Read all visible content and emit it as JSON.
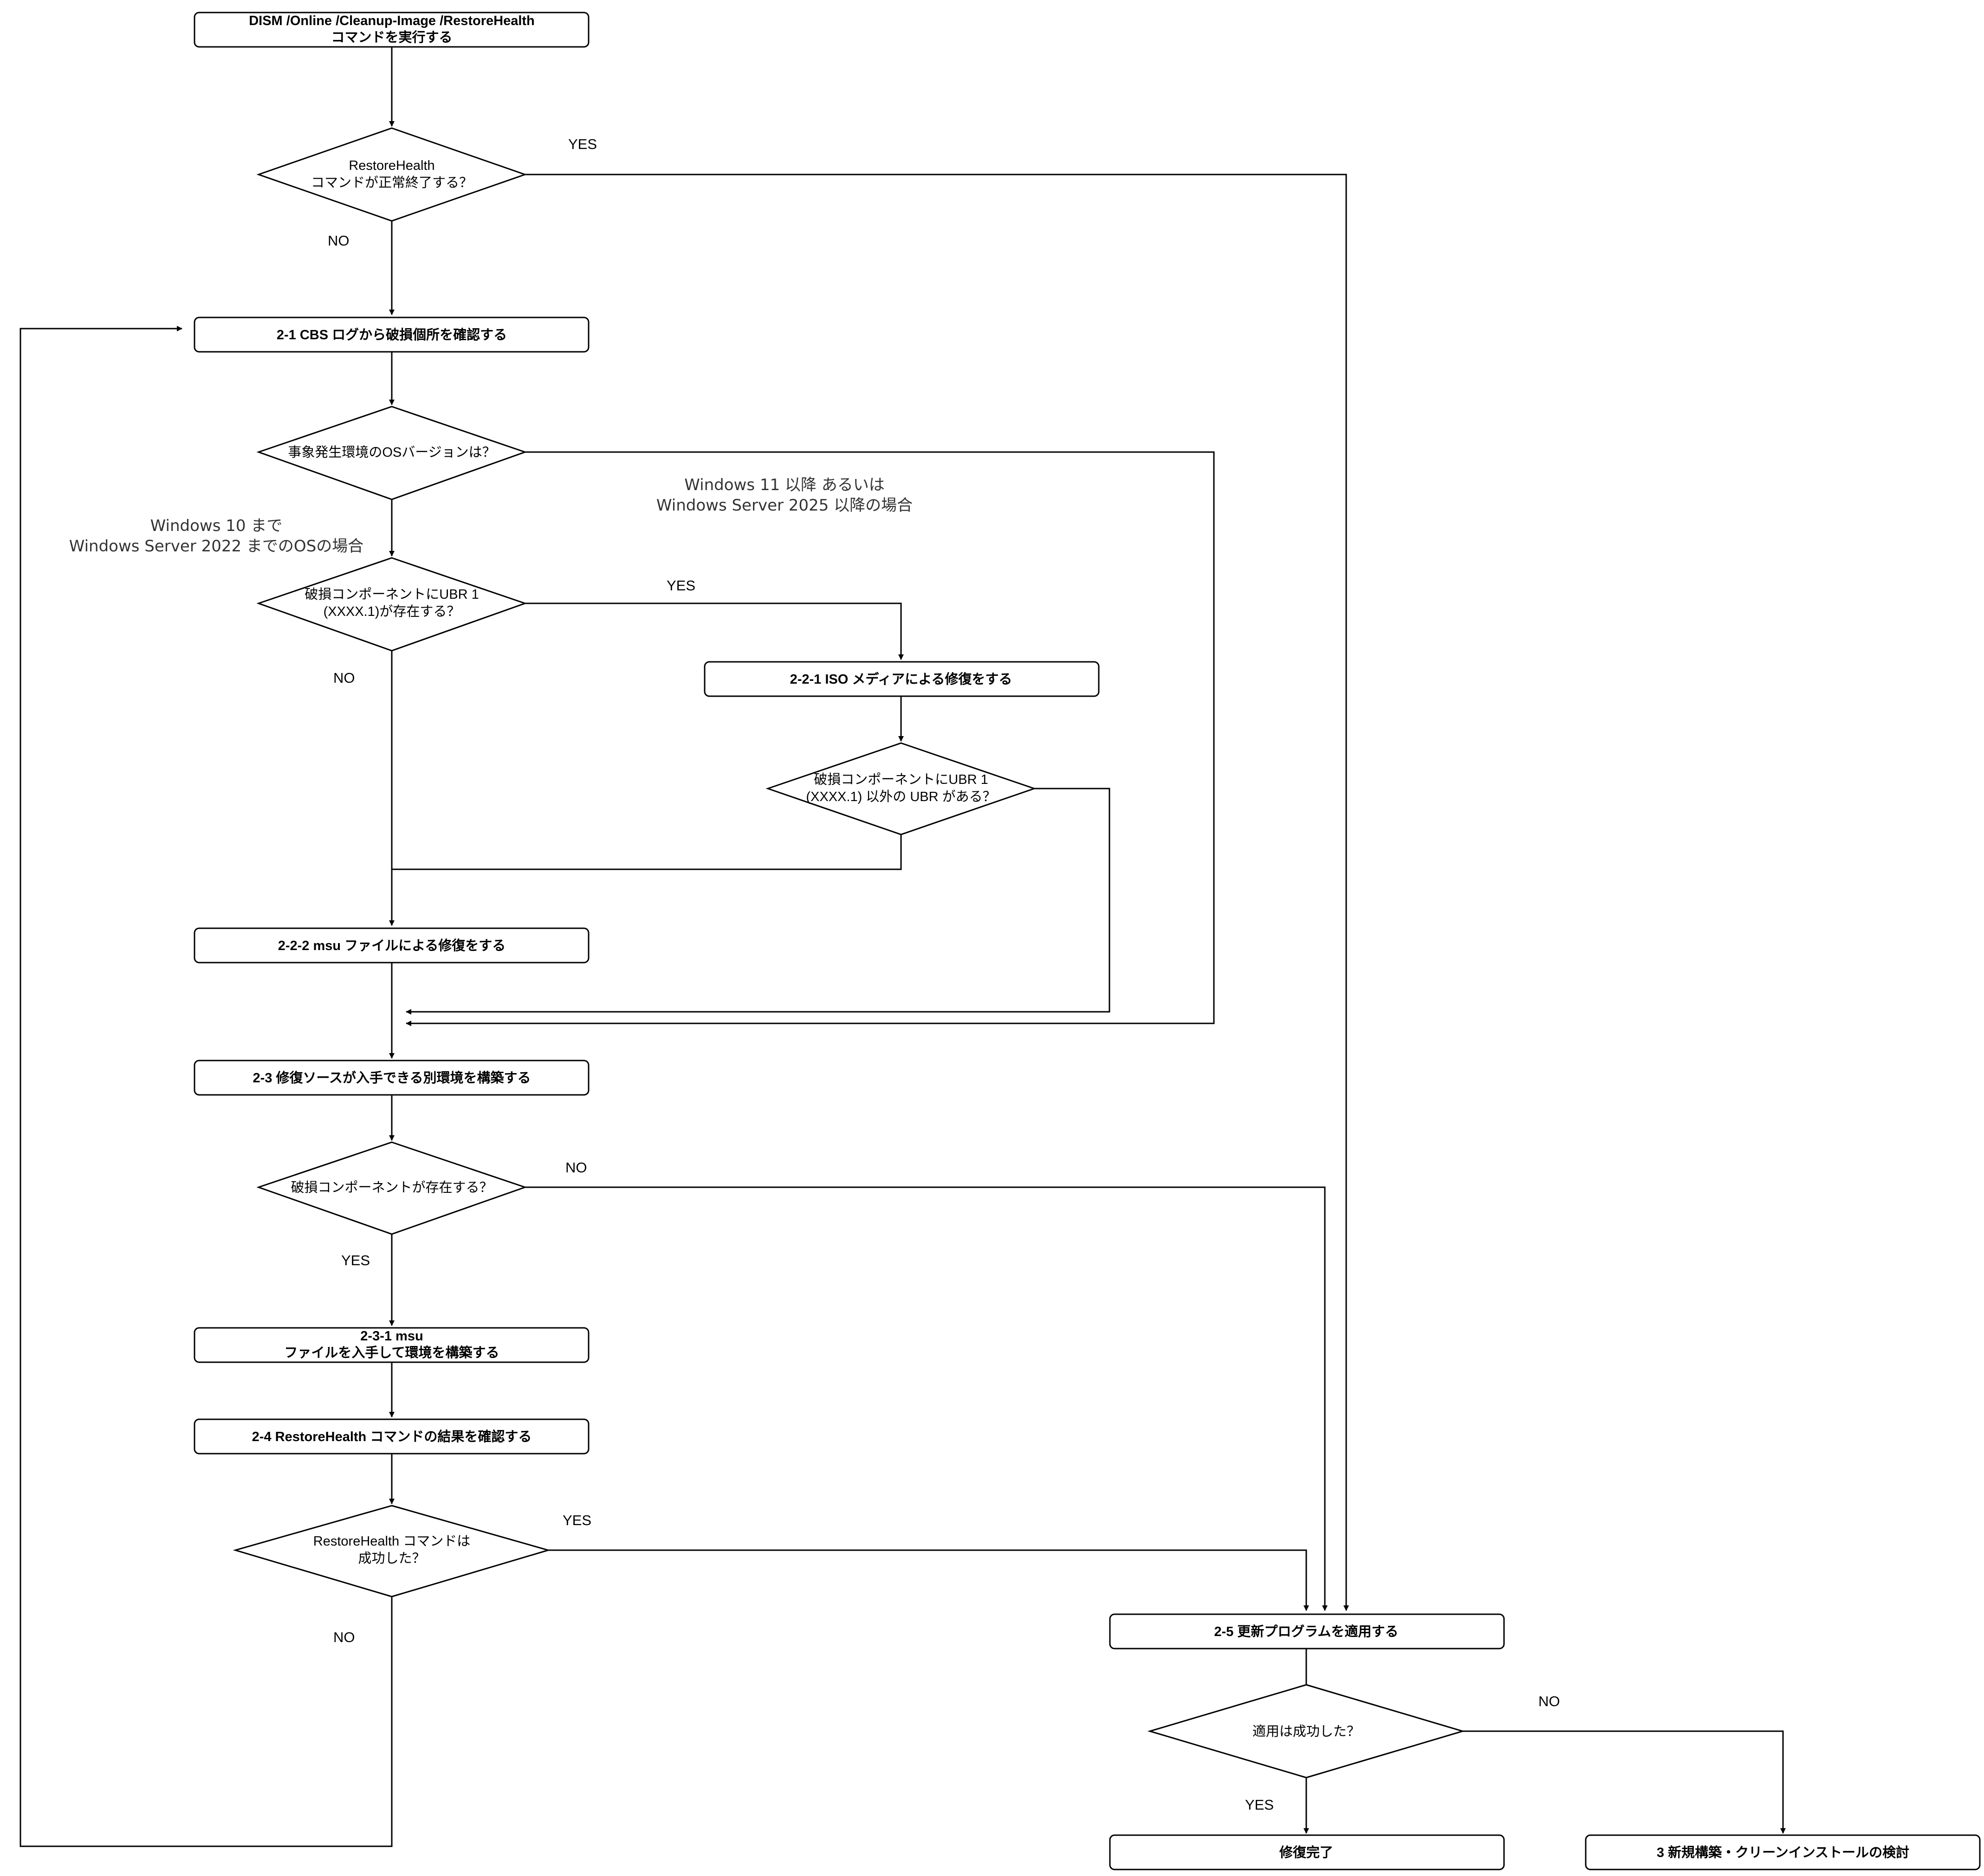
{
  "nodes": {
    "start": [
      "DISM /Online /Cleanup-Image /RestoreHealth",
      "コマンドを実行する"
    ],
    "q_restore_ok": [
      "RestoreHealth",
      "コマンドが正常終了する？"
    ],
    "cbs_log": [
      "2-1 CBS ログから破損個所を確認する"
    ],
    "q_os_version": [
      "事象発生環境のOSバージョンは？"
    ],
    "q_ubr1": [
      "破損コンポーネントにUBR 1",
      "(XXXX.1)が存在する？"
    ],
    "iso_repair": [
      "2-2-1 ISO メディアによる修復をする"
    ],
    "q_other_ubr": [
      "破損コンポーネントにUBR 1",
      "(XXXX.1) 以外の UBR がある？"
    ],
    "msu_repair": [
      "2-2-2  msu ファイルによる修復をする"
    ],
    "build_env": [
      "2-3  修復ソースが入手できる別環境を構築する"
    ],
    "q_component": [
      "破損コンポーネントが存在する？"
    ],
    "msu_env": [
      "2-3-1 msu",
      "ファイルを入手して環境を構築する"
    ],
    "check_result": [
      "2-4 RestoreHealth コマンドの結果を確認する"
    ],
    "q_result_ok": [
      "RestoreHealth コマンドは",
      "成功した？"
    ],
    "apply_update": [
      "2-5 更新プログラムを適用する"
    ],
    "q_apply_ok": [
      "適用は成功した？"
    ],
    "done": [
      "修復完了"
    ],
    "reinstall": [
      "3 新規構築・クリーンインストールの検討"
    ]
  },
  "edge_labels": {
    "yes_restore_ok": "YES",
    "no_restore_ok": "NO",
    "yes_ubr1": "YES",
    "no_ubr1": "NO",
    "no_component": "NO",
    "yes_component": "YES",
    "yes_result_ok": "YES",
    "no_result_ok": "NO",
    "no_apply_ok": "NO",
    "yes_apply_ok": "YES"
  },
  "notes": {
    "win11": [
      "Windows 11 以降 あるいは",
      "Windows Server 2025 以降の場合"
    ],
    "win10": [
      "Windows 10 まで",
      "Windows Server 2022 までのOSの場合"
    ]
  }
}
